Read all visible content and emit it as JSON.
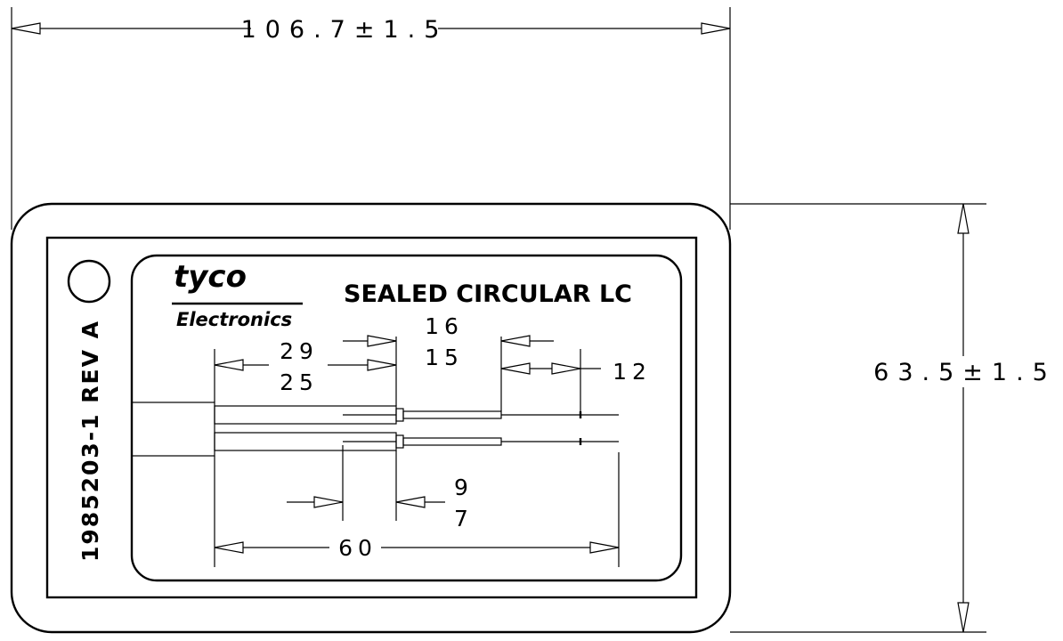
{
  "overall_width": "106.7±1.5",
  "overall_height": "63.5±1.5",
  "label": {
    "brand": "tyco",
    "brand_sub": "Electronics",
    "title": "SEALED CIRCULAR LC",
    "part_number": "1985203-1 REV A"
  },
  "dims": {
    "d29": "29",
    "d25": "25",
    "d16": "16",
    "d15": "15",
    "d12": "12",
    "d9": "9",
    "d7": "7",
    "d60": "60"
  }
}
